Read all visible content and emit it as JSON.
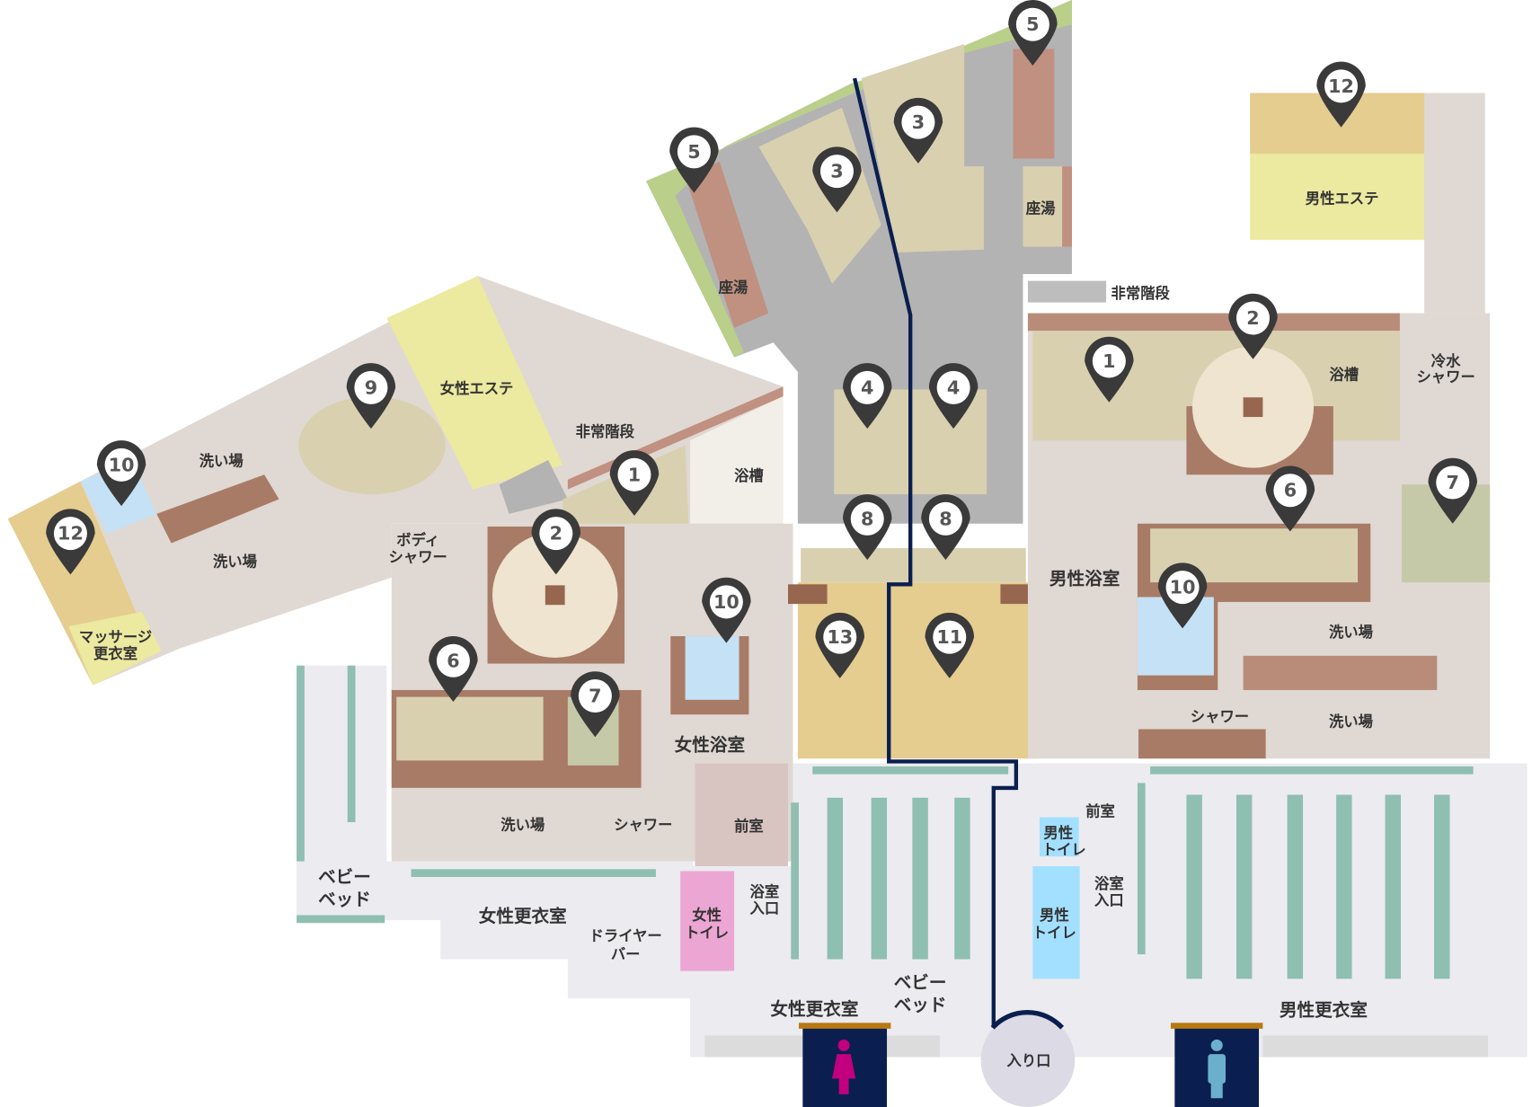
{
  "map": {
    "colors": {
      "floor": "#e0d8d2",
      "terrace": "#b3b3b3",
      "tub": "#d9d0b0",
      "wall": "#a87b66",
      "room_yellow": "#ece9a0",
      "room_tan": "#e5cc8f",
      "changing": "#ebebf0",
      "locker": "#8fbfb0",
      "route": "#0a1f4f",
      "women": "#c2007f",
      "men": "#6ab0cc",
      "women_toilet": "#eca6d3",
      "men_toilet": "#a3e0ff",
      "pin": "#3a3a3a"
    },
    "labels": {
      "zayu_left": "座湯",
      "zayu_right": "座湯",
      "men_este": "男性エステ",
      "emergency_right": "非常階段",
      "emergency_left": "非常階段",
      "tub_women": "浴槽",
      "tub_men": "浴槽",
      "cold_shower_1": "冷水",
      "cold_shower_2": "シャワー",
      "women_este": "女性エステ",
      "wash_left_1": "洗い場",
      "wash_left_2": "洗い場",
      "body_shower_1": "ボディ",
      "body_shower_2": "シャワー",
      "massage_1": "マッサージ",
      "massage_2": "更衣室",
      "men_bath": "男性浴室",
      "wash_men_1": "洗い場",
      "wash_men_2": "洗い場",
      "shower_men": "シャワー",
      "women_bath": "女性浴室",
      "wash_women": "洗い場",
      "shower_women": "シャワー",
      "anteroom_women": "前室",
      "anteroom_men": "前室",
      "men_toilet_a_1": "男性",
      "men_toilet_a_2": "トイレ",
      "bath_entry_men_1": "浴室",
      "bath_entry_men_2": "入口",
      "men_toilet_b_1": "男性",
      "men_toilet_b_2": "トイレ",
      "bath_entry_women_1": "浴室",
      "bath_entry_women_2": "入口",
      "women_toilet_1": "女性",
      "women_toilet_2": "トイレ",
      "baby_bed_left_1": "ベビー",
      "baby_bed_left_2": "ベッド",
      "women_changing_left": "女性更衣室",
      "dryer_1": "ドライヤー",
      "dryer_2": "バー",
      "baby_bed_center_1": "ベビー",
      "baby_bed_center_2": "ベッド",
      "women_changing_center": "女性更衣室",
      "entrance": "入り口",
      "men_changing": "男性更衣室"
    },
    "pins": [
      "5",
      "5",
      "3",
      "3",
      "12",
      "9",
      "10",
      "12",
      "1",
      "2",
      "10",
      "6",
      "7",
      "4",
      "4",
      "8",
      "8",
      "13",
      "11",
      "1",
      "2",
      "6",
      "10",
      "7"
    ]
  }
}
